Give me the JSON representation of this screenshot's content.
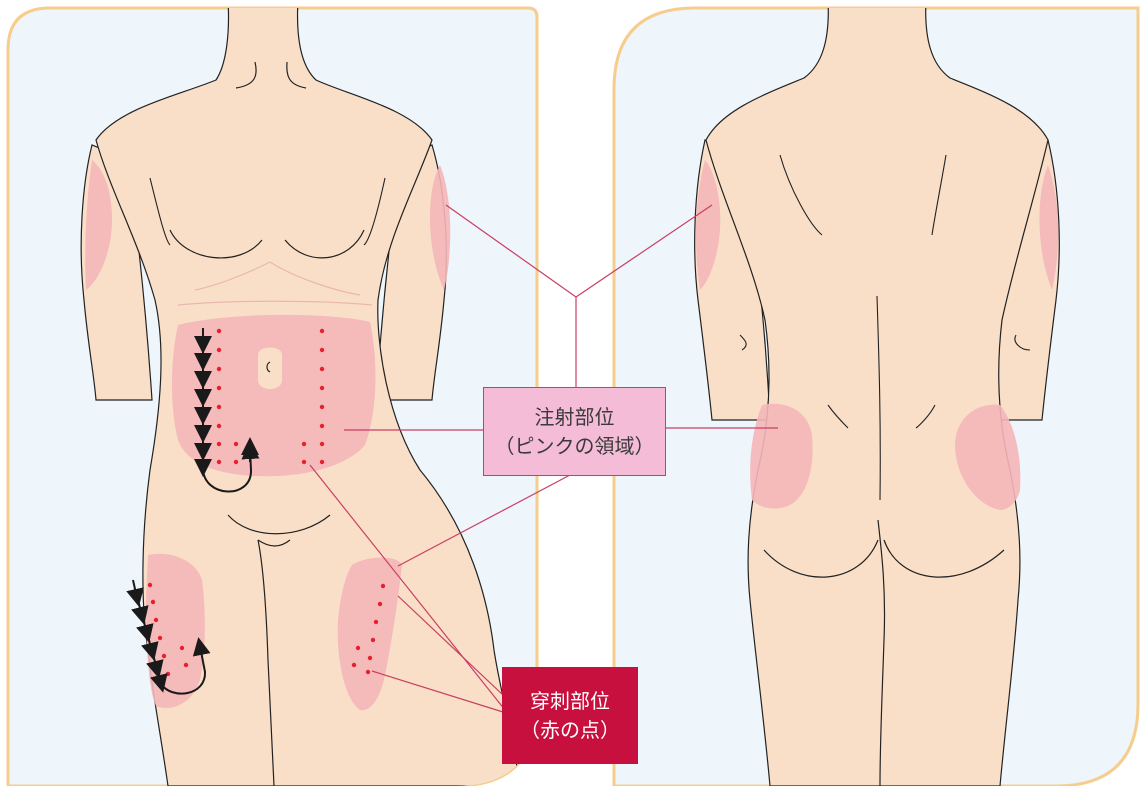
{
  "injection_label": {
    "line1": "注射部位",
    "line2": "（ピンクの領域）"
  },
  "puncture_label": {
    "line1": "穿刺部位",
    "line2": "（赤の点）"
  },
  "colors": {
    "panel_bg": "#eef6fb",
    "panel_border": "#f6cd8c",
    "skin": "#fadfc8",
    "pink_zone": "#f4b6b8",
    "dot": "#e6202c",
    "leader_line": "#c93f63",
    "injection_box": "#f5bcd8",
    "puncture_box": "#c8103e",
    "arrow": "#1a1a1a"
  },
  "icons": [
    "front-body-figure",
    "back-body-figure",
    "rotation-arrow-icon"
  ]
}
